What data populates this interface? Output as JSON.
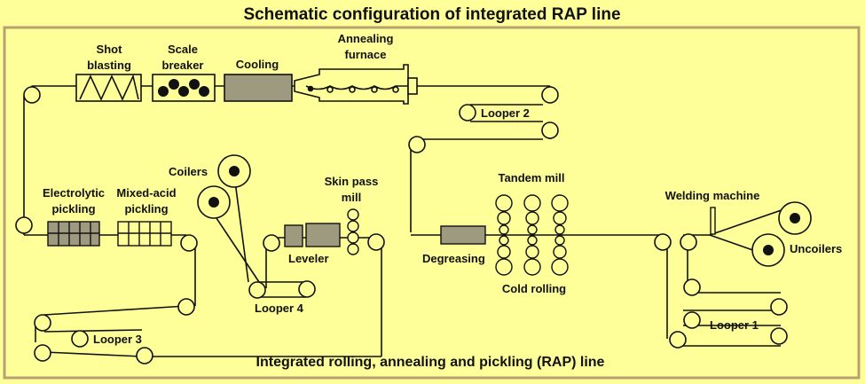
{
  "title": "Schematic configuration of integrated RAP line",
  "footer": "Integrated rolling, annealing and pickling (RAP) line",
  "labels": {
    "shot_blasting": [
      "Shot",
      "blasting"
    ],
    "scale_breaker": [
      "Scale",
      "breaker"
    ],
    "cooling": "Cooling",
    "annealing_furnace": [
      "Annealing",
      "furnace"
    ],
    "looper2": "Looper 2",
    "coilers": "Coilers",
    "skin_pass_mill": [
      "Skin pass",
      "mill"
    ],
    "electrolytic_pickling": [
      "Electrolytic",
      "pickling"
    ],
    "mixed_acid_pickling": [
      "Mixed-acid",
      "pickling"
    ],
    "leveler": "Leveler",
    "looper4": "Looper 4",
    "looper3": "Looper 3",
    "tandem_mill": "Tandem mill",
    "degreasing": "Degreasing",
    "cold_rolling": "Cold rolling",
    "welding_machine": "Welding machine",
    "uncoilers": "Uncoilers",
    "looper1": "Looper 1"
  },
  "colors": {
    "background": "#ffff99",
    "frame": "#b8a070",
    "line": "#111111",
    "equipment_fill": "#9e9a80"
  }
}
